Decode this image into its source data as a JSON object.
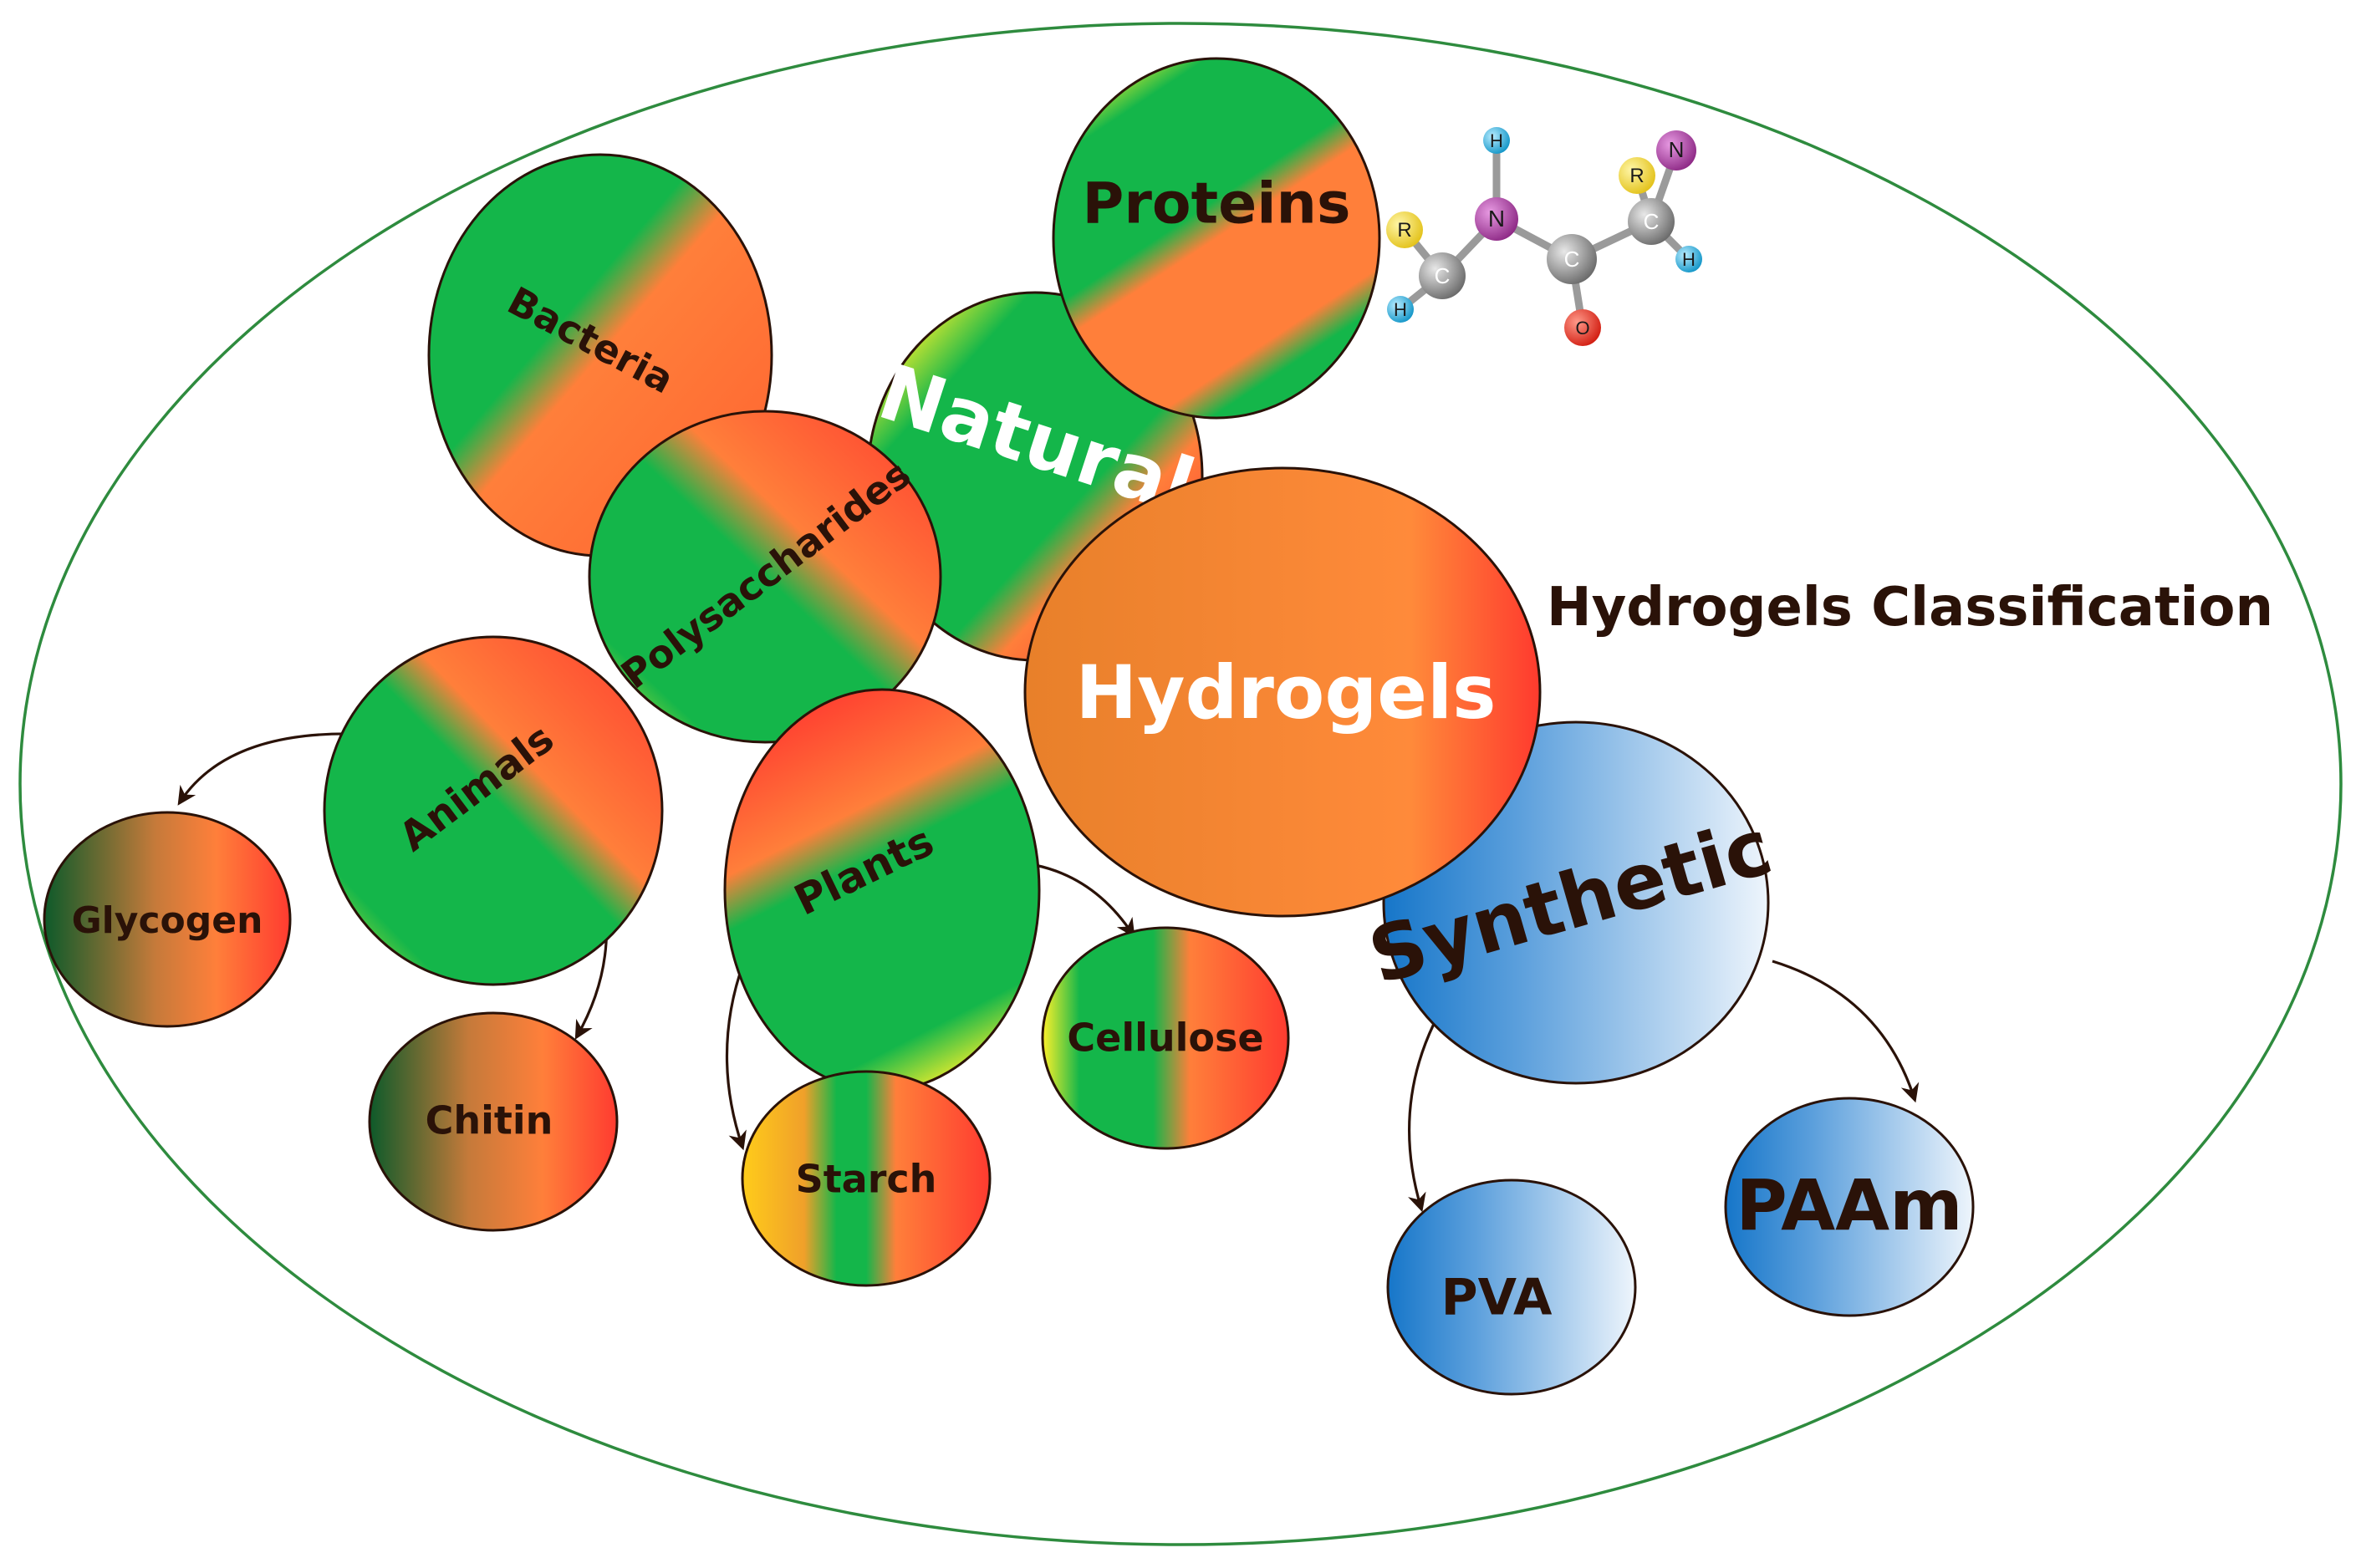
{
  "title": "Hydrogels Classification",
  "nodes": {
    "hydrogels": "Hydrogels",
    "natural": "Natural",
    "synthetic": "Synthetic",
    "proteins": "Proteins",
    "bacteria": "Bacteria",
    "polysaccharides": "Polysaccharides",
    "animals": "Animals",
    "plants": "Plants",
    "glycogen": "Glycogen",
    "chitin": "Chitin",
    "starch": "Starch",
    "cellulose": "Cellulose",
    "pva": "PVA",
    "paam": "PAAm"
  },
  "molecule": {
    "r1": "R",
    "h_top": "H",
    "n1": "N",
    "c1": "C",
    "h_left": "H",
    "c2": "C",
    "o": "O",
    "r2": "R",
    "n2": "N",
    "c3": "C",
    "h_right": "H"
  },
  "colors": {
    "green": "#0cb14b",
    "orange": "#ff7f3a",
    "red": "#ff3b30",
    "yellow": "#fff12a",
    "blue": "#1d7fce",
    "outline": "#2e7d32"
  }
}
